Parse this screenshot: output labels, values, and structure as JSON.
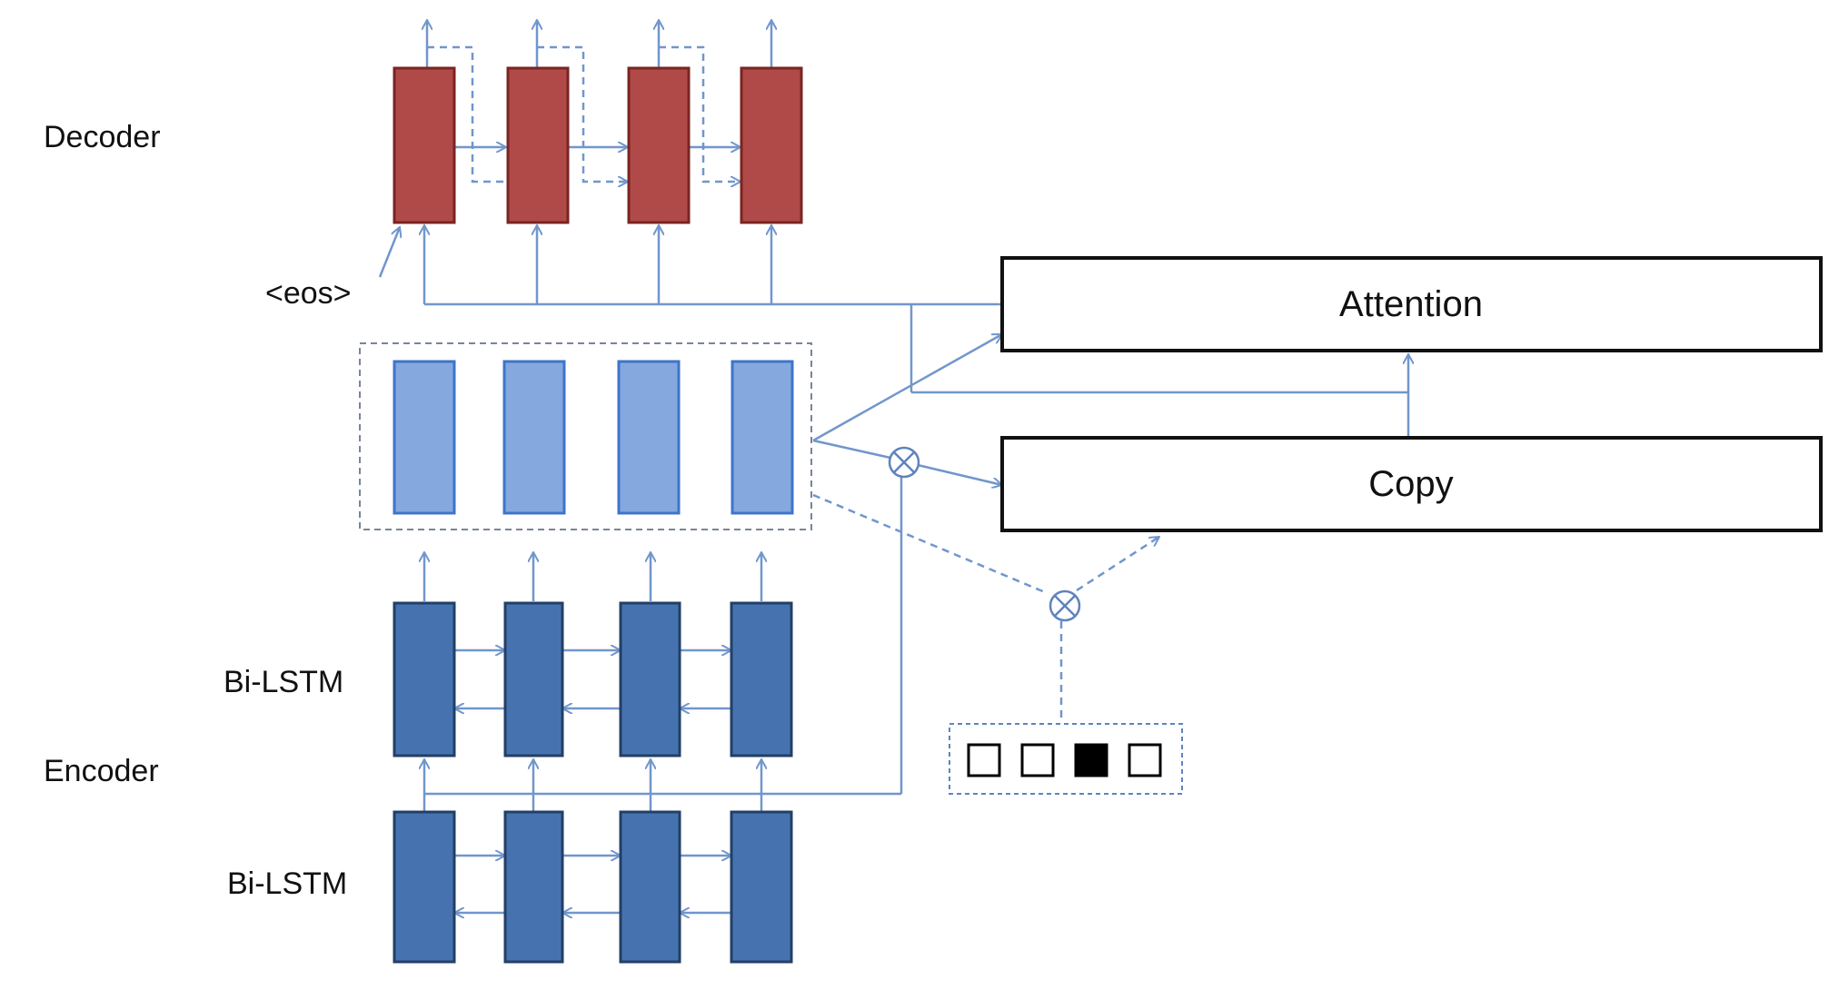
{
  "labels": {
    "decoder": "Decoder",
    "encoder": "Encoder",
    "eos": "<eos>",
    "bilstm_top": "Bi-LSTM",
    "bilstm_bottom": "Bi-LSTM",
    "attention": "Attention",
    "copy": "Copy"
  },
  "mask_vector": [
    0,
    0,
    1,
    0
  ],
  "colors": {
    "decoder_fill": "#b04a48",
    "decoder_stroke": "#7a2422",
    "encoder_fill": "#4673b0",
    "encoder_stroke": "#223f66",
    "hidden_fill": "#85a9df",
    "hidden_stroke": "#3f74c9",
    "arrow": "#7196cc",
    "box_stroke": "#111111"
  }
}
